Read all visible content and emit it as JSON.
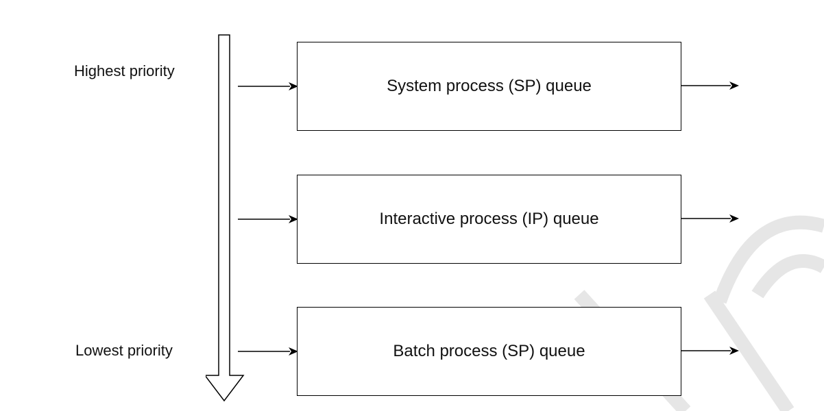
{
  "priority_labels": {
    "highest": "Highest priority",
    "lowest": "Lowest priority"
  },
  "queues": [
    {
      "label": "System process (SP) queue"
    },
    {
      "label": "Interactive process (IP) queue"
    },
    {
      "label": "Batch process (SP) queue"
    }
  ],
  "colors": {
    "stroke": "#000000",
    "watermark": "#e6e6e6",
    "text": "#111111"
  }
}
